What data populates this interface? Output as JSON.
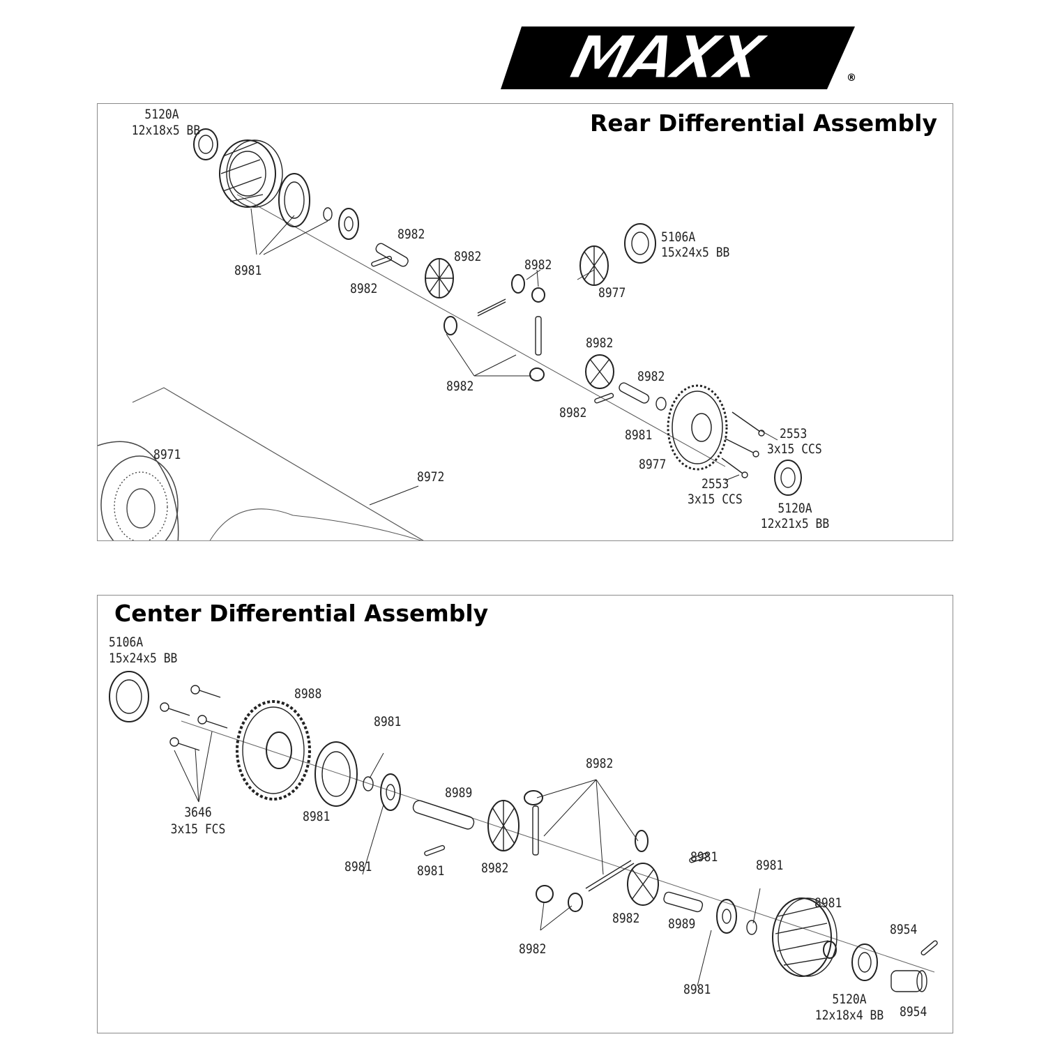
{
  "logo": {
    "text": "MAXX",
    "mark": "®"
  },
  "rear": {
    "title": "Rear Differential Assembly",
    "labels": {
      "p5120a_top": "5120A",
      "p5120a_top_spec": "12x18x5 BB",
      "p8981_a": "8981",
      "p8982_a": "8982",
      "p8982_b": "8982",
      "p8982_c": "8982",
      "p8982_d": "8982",
      "p5106a": "5106A",
      "p5106a_spec": "15x24x5 BB",
      "p8977_a": "8977",
      "p8982_e": "8982",
      "p8982_f": "8982",
      "p8982_g": "8982",
      "p8982_h": "8982",
      "p8981_b": "8981",
      "p2553_a": "2553",
      "p2553_a_spec": "3x15 CCS",
      "p8977_b": "8977",
      "p2553_b": "2553",
      "p2553_b_spec": "3x15 CCS",
      "p5120a_bot": "5120A",
      "p5120a_bot_spec": "12x21x5 BB",
      "p8971": "8971",
      "p8972": "8972"
    }
  },
  "center": {
    "title": "Center Differential Assembly",
    "labels": {
      "p5106a": "5106A",
      "p5106a_spec": "15x24x5 BB",
      "p8988": "8988",
      "p8981_a": "8981",
      "p3646": "3646",
      "p3646_spec": "3x15 FCS",
      "p8981_b": "8981",
      "p8989_a": "8989",
      "p8981_c": "8981",
      "p8981_d": "8981",
      "p8982_a": "8982",
      "p8982_b": "8982",
      "p8982_c": "8982",
      "p8982_d": "8982",
      "p8981_e": "8981",
      "p8981_f": "8981",
      "p8989_b": "8989",
      "p8981_g": "8981",
      "p8981_h": "8981",
      "p8954_a": "8954",
      "p5120a": "5120A",
      "p5120a_spec": "12x18x4 BB",
      "p8954_b": "8954"
    }
  }
}
